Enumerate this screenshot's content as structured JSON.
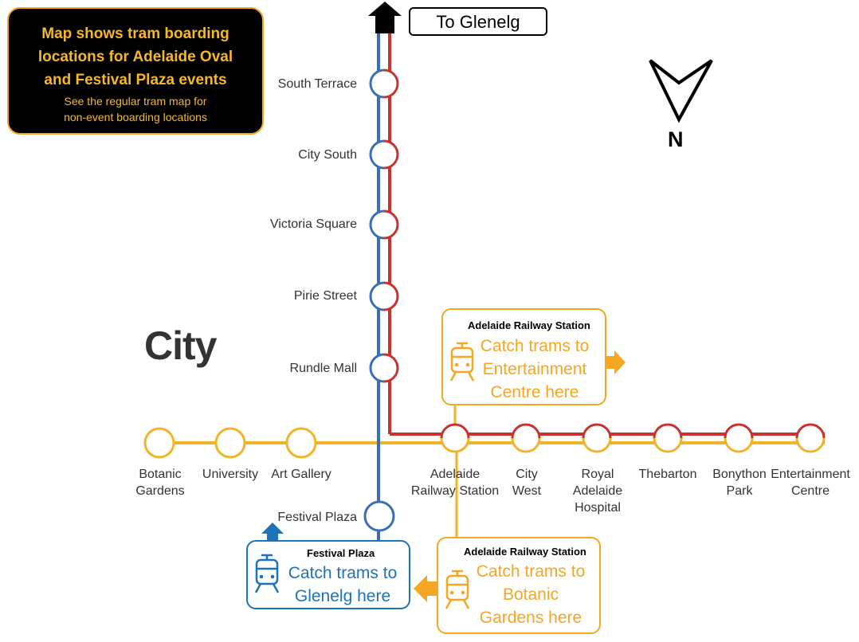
{
  "info_box": {
    "title_line1": "Map shows tram boarding",
    "title_line2": "locations for Adelaide Oval",
    "title_line3": "and Festival Plaza events",
    "sub_line1": "See the regular tram map for",
    "sub_line2": "non-event boarding locations"
  },
  "direction_sign": {
    "label": "To Glenelg"
  },
  "compass": {
    "label": "N"
  },
  "area_label": "City",
  "vertical_stations": [
    {
      "name": "South Terrace"
    },
    {
      "name": "City South"
    },
    {
      "name": "Victoria Square"
    },
    {
      "name": "Pirie Street"
    },
    {
      "name": "Rundle Mall"
    }
  ],
  "west_stations": [
    {
      "line1": "Botanic",
      "line2": "Gardens"
    },
    {
      "line1": "University",
      "line2": ""
    },
    {
      "line1": "Art Gallery",
      "line2": ""
    }
  ],
  "east_stations": [
    {
      "line1": "Adelaide",
      "line2": "Railway Station",
      "line3": ""
    },
    {
      "line1": "City",
      "line2": "West",
      "line3": ""
    },
    {
      "line1": "Royal",
      "line2": "Adelaide",
      "line3": "Hospital"
    },
    {
      "line1": "Thebarton",
      "line2": "",
      "line3": ""
    },
    {
      "line1": "Bonython",
      "line2": "Park",
      "line3": ""
    },
    {
      "line1": "Entertainment",
      "line2": "Centre",
      "line3": ""
    }
  ],
  "festival_station": {
    "name": "Festival Plaza"
  },
  "callouts": {
    "entertainment": {
      "heading": "Adelaide Railway Station",
      "line1": "Catch trams to",
      "line2": "Entertainment",
      "line3": "Centre here"
    },
    "glenelg": {
      "heading": "Festival Plaza",
      "line1": "Catch trams to",
      "line2": "Glenelg here"
    },
    "botanic": {
      "heading": "Adelaide Railway Station",
      "line1": "Catch trams to",
      "line2": "Botanic",
      "line3": "Gardens here"
    }
  },
  "colors": {
    "blue_line": "#3a6fb5",
    "red_line": "#c8332f",
    "orange_line": "#f0b429",
    "callout_orange": "#f5a623",
    "callout_blue": "#1e73b8"
  },
  "icons": {
    "north_arrow": "north-arrow-icon",
    "up_arrow": "up-arrow-icon",
    "tram": "tram-icon",
    "right_arrow": "right-arrow-icon",
    "left_arrow": "left-arrow-icon"
  }
}
